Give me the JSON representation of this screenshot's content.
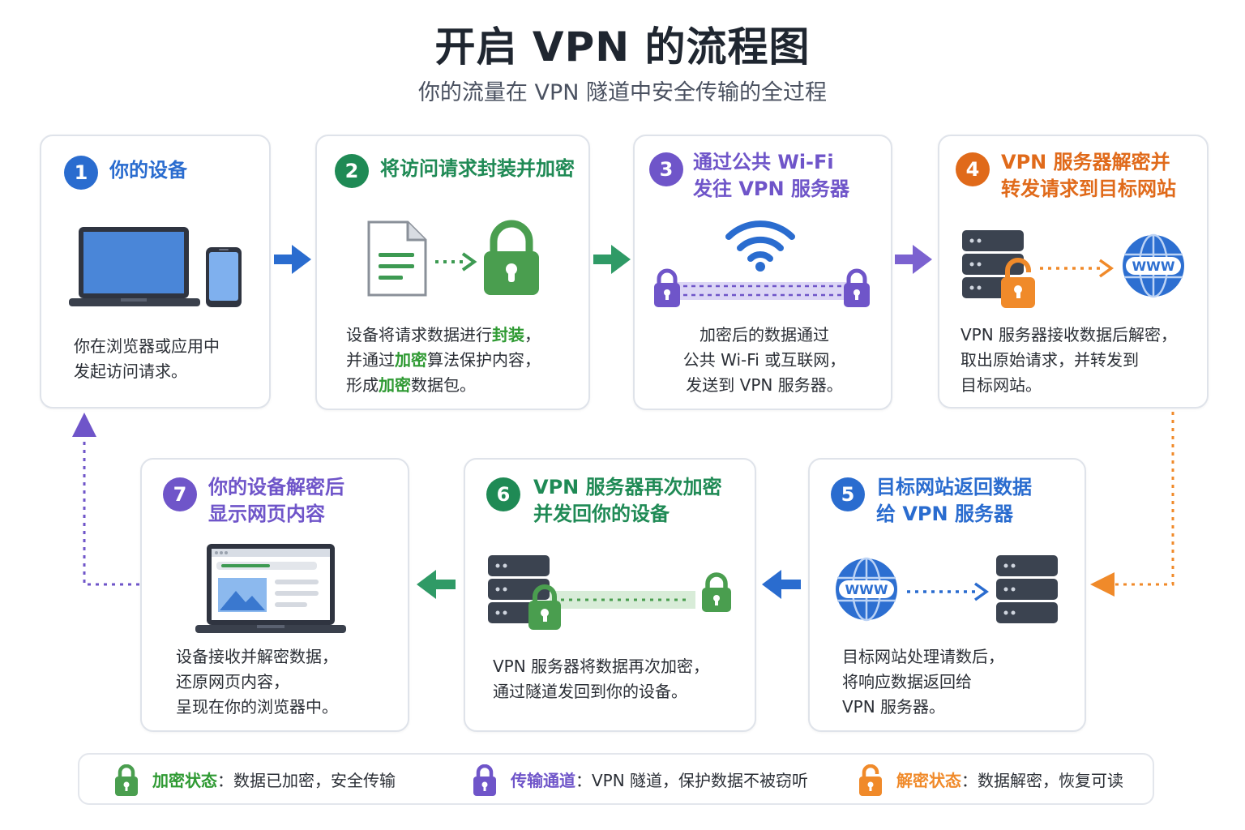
{
  "header": {
    "title": "开启 VPN 的流程图",
    "subtitle": "你的流量在 VPN 隧道中安全传输的全过程"
  },
  "colors": {
    "blue": "#2a6ccf",
    "green": "#1f8a55",
    "lock_green": "#4a9e4f",
    "purple": "#6f55c9",
    "orange": "#e06a1a",
    "server_dark": "#3b4350"
  },
  "steps": [
    {
      "number": "1",
      "title_lines": [
        "你的设备"
      ],
      "desc_lines": [
        "你在浏览器或应用中",
        "发起访问请求。"
      ],
      "icons": [
        "laptop-icon",
        "phone-icon"
      ]
    },
    {
      "number": "2",
      "title_lines": [
        "将访问请求封装并加密"
      ],
      "desc_lines": [
        [
          "设备将请求数据进行",
          "封装",
          "，"
        ],
        [
          "并通过",
          "加密",
          "算法保护内容，"
        ],
        [
          "形成",
          "加密",
          "数据包。"
        ]
      ],
      "icons": [
        "document-icon",
        "lock-icon"
      ]
    },
    {
      "number": "3",
      "title_lines": [
        "通过公共 Wi-Fi",
        "发往 VPN 服务器"
      ],
      "desc_lines": [
        "加密后的数据通过",
        "公共 Wi-Fi 或互联网，",
        "发送到 VPN 服务器。"
      ],
      "icons": [
        "wifi-icon",
        "tunnel-icon",
        "lock-icon"
      ]
    },
    {
      "number": "4",
      "title_lines": [
        "VPN 服务器解密并",
        "转发请求到目标网站"
      ],
      "desc_lines": [
        "VPN 服务器接收数据后解密，",
        "取出原始请求，并转发到",
        "目标网站。"
      ],
      "icons": [
        "server-icon",
        "unlock-icon",
        "globe-icon"
      ],
      "globe_label": "WWW"
    },
    {
      "number": "5",
      "title_lines": [
        "目标网站返回数据",
        "给 VPN 服务器"
      ],
      "desc_lines": [
        "目标网站处理请数后，",
        "将响应数据返回给",
        "VPN 服务器。"
      ],
      "icons": [
        "globe-icon",
        "server-icon"
      ],
      "globe_label": "WWW"
    },
    {
      "number": "6",
      "title_lines": [
        "VPN 服务器再次加密",
        "并发回你的设备"
      ],
      "desc_lines": [
        "VPN 服务器将数据再次加密，",
        "通过隧道发回到你的设备。"
      ],
      "icons": [
        "server-icon",
        "lock-icon",
        "tunnel-icon"
      ]
    },
    {
      "number": "7",
      "title_lines": [
        "你的设备解密后",
        "显示网页内容"
      ],
      "desc_lines": [
        "设备接收并解密数据，",
        "还原网页内容，",
        "呈现在你的浏览器中。"
      ],
      "icons": [
        "laptop-webpage-icon"
      ]
    }
  ],
  "legend": [
    {
      "name": "加密状态",
      "desc": "：数据已加密，安全传输",
      "icon": "lock-icon",
      "color": "#4a9e4f"
    },
    {
      "name": "传输通道",
      "desc": "：VPN 隧道，保护数据不被窃听",
      "icon": "lock-icon",
      "color": "#6f55c9"
    },
    {
      "name": "解密状态",
      "desc": "：数据解密，恢复可读",
      "icon": "unlock-icon",
      "color": "#f08a2a"
    }
  ]
}
